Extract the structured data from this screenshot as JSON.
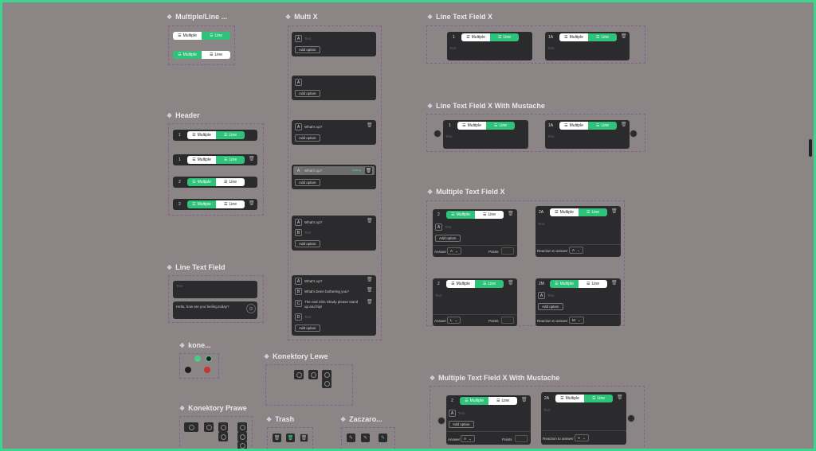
{
  "titles": {
    "multiline": "Multiple/Line ...",
    "multix": "Multi X",
    "ltfx": "Line Text Field X",
    "ltfxm": "Line Text Field X With Mustache",
    "header": "Header",
    "mtfx": "Multiple Text Field X",
    "ltf": "Line Text Field",
    "kone": "kone...",
    "klewe": "Konektory Lewe",
    "kprawe": "Konektory Prawe",
    "trash": "Trash",
    "zaczaro": "Zaczaro...",
    "mtfxm": "Multiple Text Field X With Mustache"
  },
  "labels": {
    "multiple": "Multiple",
    "line": "Line",
    "add_option": "Add option",
    "text_ph": "Text",
    "answer": "Answer",
    "points": "Points",
    "reaction": "Reaction to answer",
    "hello": "Hello, how are you feeling today?",
    "whats_up": "What's up?",
    "whats_up_q": "What's up?",
    "been_up": "What's been bothering you?",
    "slim": "The real Slim Shady please stand",
    "slim2": "up and hip!",
    "edit_hint": "Editing"
  },
  "nums": {
    "n1": "1",
    "n2": "2",
    "n1a": "1A",
    "n2a": "2A",
    "n2m": "2M"
  },
  "letters": {
    "a": "A",
    "b": "B",
    "c": "C",
    "d": "D"
  },
  "selects": {
    "a": "A",
    "l": "L",
    "m": "M"
  },
  "colors": {
    "accent": "#2fc27b",
    "frame_border": "#3ed68f",
    "canvas": "#8c8585",
    "card": "#2b2b2d",
    "red": "#c0392b"
  },
  "icons": [
    "component-diamond-icon",
    "list-icon",
    "trash-icon",
    "chevron-down-icon",
    "connector-icon",
    "pencil-icon",
    "send-icon"
  ]
}
